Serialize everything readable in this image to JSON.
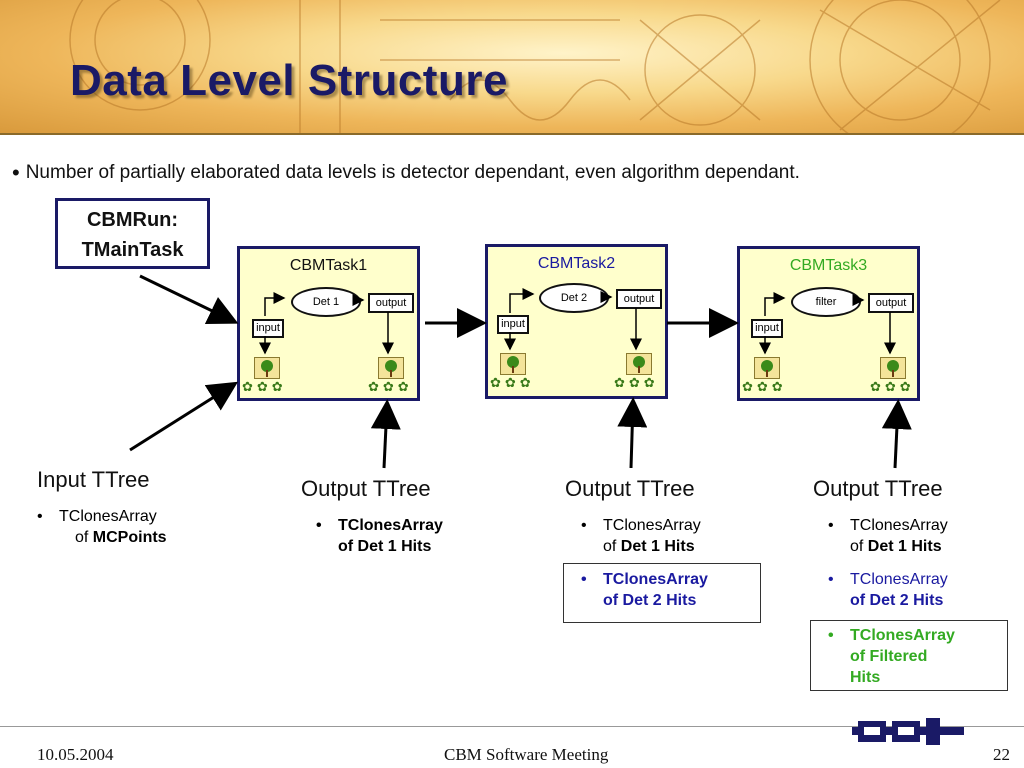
{
  "slide": {
    "title": "Data Level Structure",
    "bullet": "Number of partially elaborated data levels is detector dependant, even algorithm dependant."
  },
  "run_box": {
    "line1": "CBMRun:",
    "line2": "TMainTask"
  },
  "tasks": [
    {
      "title": "CBMTask1",
      "title_color": "#111111",
      "process": "Det 1",
      "input": "input",
      "output": "output"
    },
    {
      "title": "CBMTask2",
      "title_color": "#1a1aa0",
      "process": "Det 2",
      "input": "input",
      "output": "output"
    },
    {
      "title": "CBMTask3",
      "title_color": "#33aa22",
      "process": "filter",
      "input": "input",
      "output": "output"
    }
  ],
  "trees": {
    "input": {
      "heading": "Input TTree",
      "item_prefix": "TClonesArray",
      "item_of": "of ",
      "item_bold": "MCPoints"
    },
    "out1": {
      "heading": "Output TTree",
      "item_line1": "TClonesArray",
      "item_line2": "of Det 1 Hits"
    },
    "out2": {
      "heading": "Output TTree",
      "item1_line1": "TClonesArray",
      "item1_of": "of ",
      "item1_bold": "Det 1 Hits",
      "item2_line1": "TClonesArray",
      "item2_line2": "of Det 2 Hits"
    },
    "out3": {
      "heading": "Output TTree",
      "item1_line1": "TClonesArray",
      "item1_of": "of ",
      "item1_bold": "Det 1 Hits",
      "item2_line1": "TClonesArray",
      "item2_line2": "of Det 2 Hits",
      "item3_line1": "TClonesArray",
      "item3_line2": "of Filtered",
      "item3_line3": "Hits"
    }
  },
  "colors": {
    "navy": "#1a1a66",
    "blue": "#1a1aa0",
    "green": "#33aa22"
  },
  "footer": {
    "date": "10.05.2004",
    "center": "CBM Software Meeting",
    "page": "22",
    "logo": "GSI"
  }
}
